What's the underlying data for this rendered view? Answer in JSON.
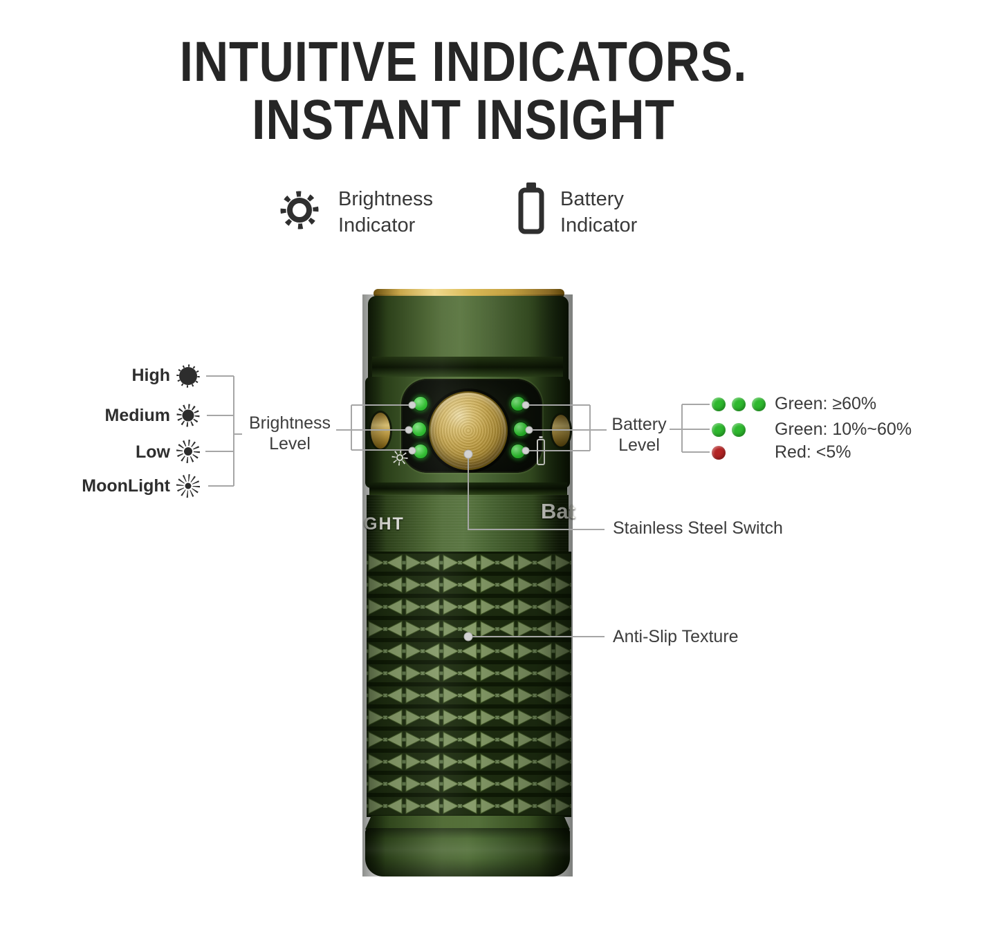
{
  "title": {
    "line1": "INTUITIVE INDICATORS.",
    "line2": "INSTANT INSIGHT"
  },
  "indicator_legend": {
    "brightness": {
      "icon": "sun-icon",
      "line1": "Brightness",
      "line2": "Indicator"
    },
    "battery": {
      "icon": "battery-icon",
      "line1": "Battery",
      "line2": "Indicator"
    }
  },
  "brightness_levels": {
    "items": [
      {
        "label": "High",
        "icon": "sun-high-icon"
      },
      {
        "label": "Medium",
        "icon": "sun-medium-icon"
      },
      {
        "label": "Low",
        "icon": "sun-low-icon"
      },
      {
        "label": "MoonLight",
        "icon": "sun-moonlight-icon"
      }
    ],
    "group_label": {
      "line1": "Brightness",
      "line2": "Level"
    }
  },
  "battery_levels": {
    "group_label": {
      "line1": "Battery",
      "line2": "Level"
    },
    "legend": [
      {
        "dots": 3,
        "dot_color": "#2eb82e",
        "label": "Green: ≥60%"
      },
      {
        "dots": 2,
        "dot_color": "#2eb82e",
        "label": "Green: 10%~60%"
      },
      {
        "dots": 1,
        "dot_color": "#b32424",
        "label": "Red: <5%"
      }
    ]
  },
  "callouts": {
    "switch": "Stainless Steel Switch",
    "texture": "Anti-Slip Texture"
  },
  "flashlight": {
    "markings": {
      "left_partial": "GHT",
      "right_partial": "Bat"
    },
    "led_count_per_side": 3,
    "colors": {
      "body_green": "#4a6430",
      "accent_gold": "#d8bc6b",
      "led_green": "#2ec22e",
      "panel_black": "#0b0f08",
      "leader_line": "#a6a6a6"
    }
  }
}
